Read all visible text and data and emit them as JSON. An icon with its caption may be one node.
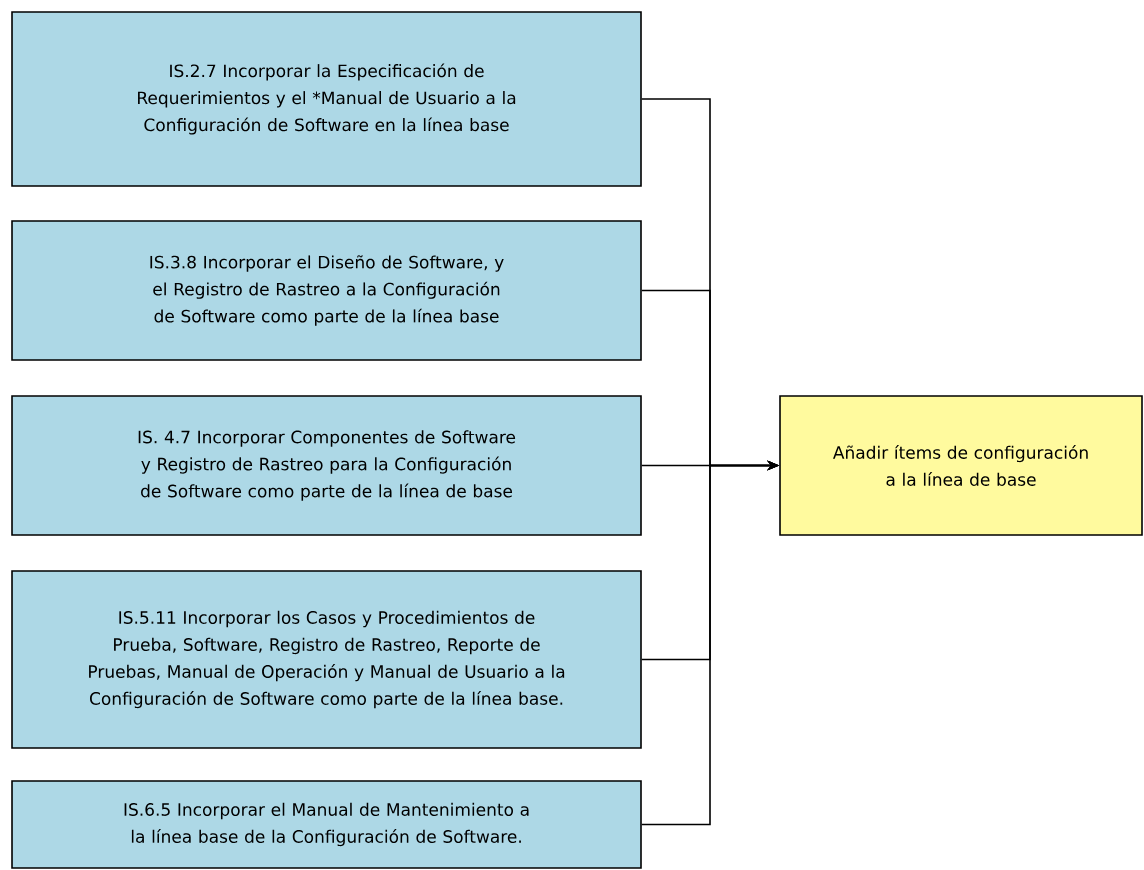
{
  "diagram": {
    "nodes": [
      {
        "text": [
          "IS.2.7 Incorporar la Especificación de Requerimientos y el *Manual de Usuario a la Configuración de Software en la línea base"
        ]
      },
      {
        "text": [
          "IS.3.8 Incorporar el Diseño de Software, y el Registro de Rastreo a la Configuración de Software como parte de la línea base"
        ]
      },
      {
        "text": [
          "IS. 4.7 Incorporar Componentes de Software y Registro de Rastreo para la Configuración de Software como parte de la línea de base"
        ]
      },
      {
        "text": [
          "IS.5.11 Incorporar los Casos y Procedimientos de Prueba, Software, Registro de Rastreo, Reporte de Pruebas, Manual de Operación y Manual de Usuario a la Configuración de Software como parte de la línea base."
        ]
      },
      {
        "text": [
          "IS.6.5 Incorporar el Manual de Mantenimiento a la línea base de la Configuración de Software."
        ]
      },
      {
        "text": [
          "Añadir ítems de configuración a la línea de base"
        ]
      }
    ],
    "edges": [
      {
        "from": 0,
        "to": 5,
        "arrow": "to"
      },
      {
        "from": 1,
        "to": 5,
        "arrow": "to"
      },
      {
        "from": 2,
        "to": 5,
        "arrow": "to"
      },
      {
        "from": 3,
        "to": 5,
        "arrow": "to"
      },
      {
        "from": 4,
        "to": 5,
        "arrow": "to"
      }
    ]
  }
}
